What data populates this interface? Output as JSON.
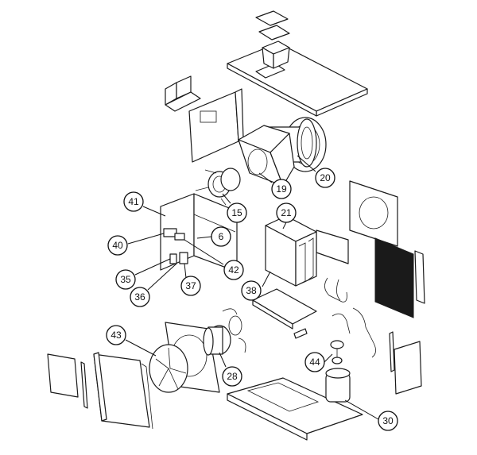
{
  "callouts": [
    {
      "id": "c20",
      "label": "20"
    },
    {
      "id": "c19",
      "label": "19"
    },
    {
      "id": "c15",
      "label": "15"
    },
    {
      "id": "c21",
      "label": "21"
    },
    {
      "id": "c41",
      "label": "41"
    },
    {
      "id": "c6",
      "label": "6"
    },
    {
      "id": "c40",
      "label": "40"
    },
    {
      "id": "c42",
      "label": "42"
    },
    {
      "id": "c35",
      "label": "35"
    },
    {
      "id": "c37",
      "label": "37"
    },
    {
      "id": "c36",
      "label": "36"
    },
    {
      "id": "c38",
      "label": "38"
    },
    {
      "id": "c43",
      "label": "43"
    },
    {
      "id": "c28",
      "label": "28"
    },
    {
      "id": "c44",
      "label": "44"
    },
    {
      "id": "c30",
      "label": "30"
    }
  ]
}
